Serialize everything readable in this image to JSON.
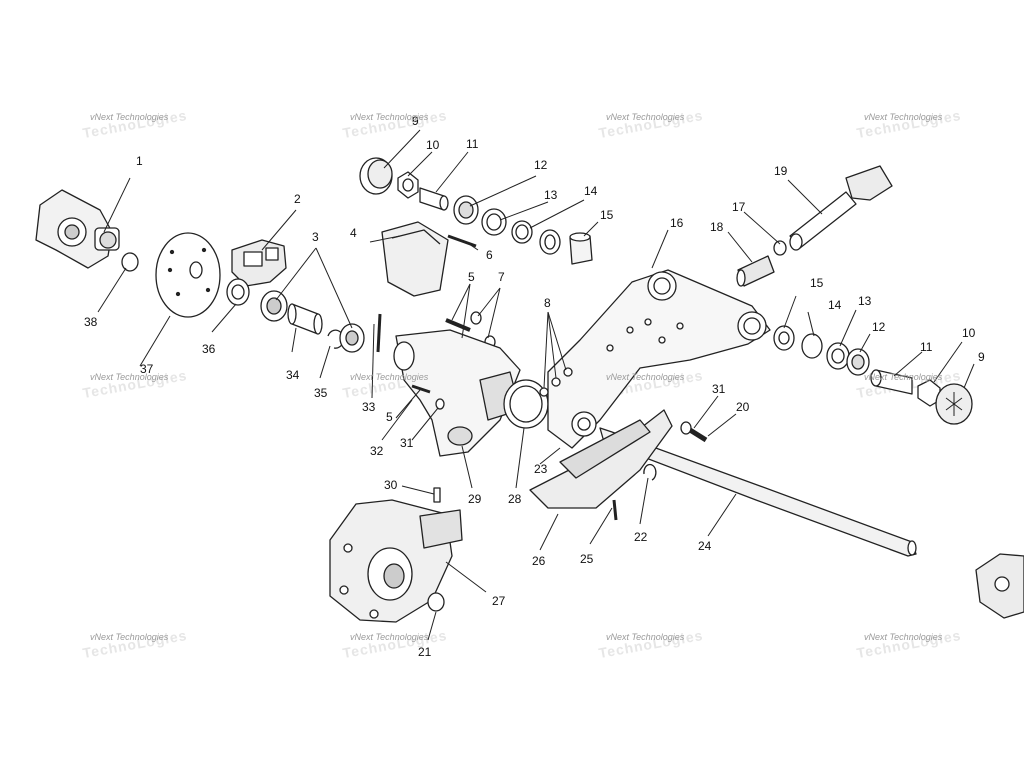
{
  "watermark": {
    "text": "vNext Technologies",
    "ghost_text": "TechnoLogies"
  },
  "callouts": [
    "1",
    "2",
    "3",
    "4",
    "5",
    "5",
    "6",
    "7",
    "8",
    "9",
    "9",
    "10",
    "10",
    "11",
    "11",
    "12",
    "12",
    "13",
    "13",
    "14",
    "14",
    "15",
    "15",
    "16",
    "17",
    "18",
    "19",
    "20",
    "21",
    "22",
    "23",
    "24",
    "25",
    "26",
    "27",
    "28",
    "29",
    "30",
    "31",
    "31",
    "32",
    "33",
    "34",
    "35",
    "36",
    "37",
    "38"
  ],
  "colors": {
    "line": "#222222",
    "fill": "#ffffff",
    "shade": "#d8d8d8",
    "watermark": "#9a9a9a"
  }
}
